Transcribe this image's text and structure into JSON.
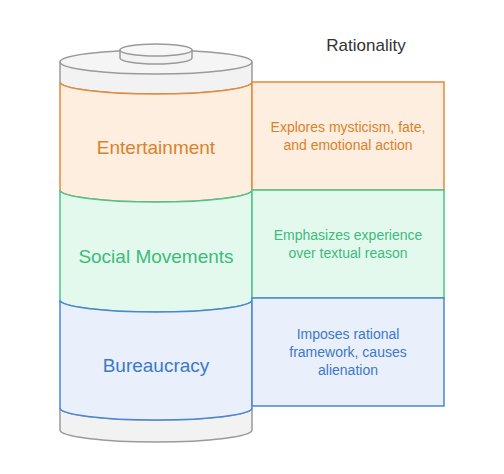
{
  "diagram": {
    "title": "Rationality",
    "nodes": [
      {
        "text": [
          "Entertainment"
        ]
      },
      {
        "text": [
          "Explores mysticism, fate, and emotional action"
        ]
      },
      {
        "text": [
          "Social Movements"
        ]
      },
      {
        "text": [
          "Emphasizes experience over textual reason"
        ]
      },
      {
        "text": [
          "Bureaucracy"
        ]
      },
      {
        "text": [
          "Imposes rational framework, causes alienation"
        ]
      }
    ]
  }
}
